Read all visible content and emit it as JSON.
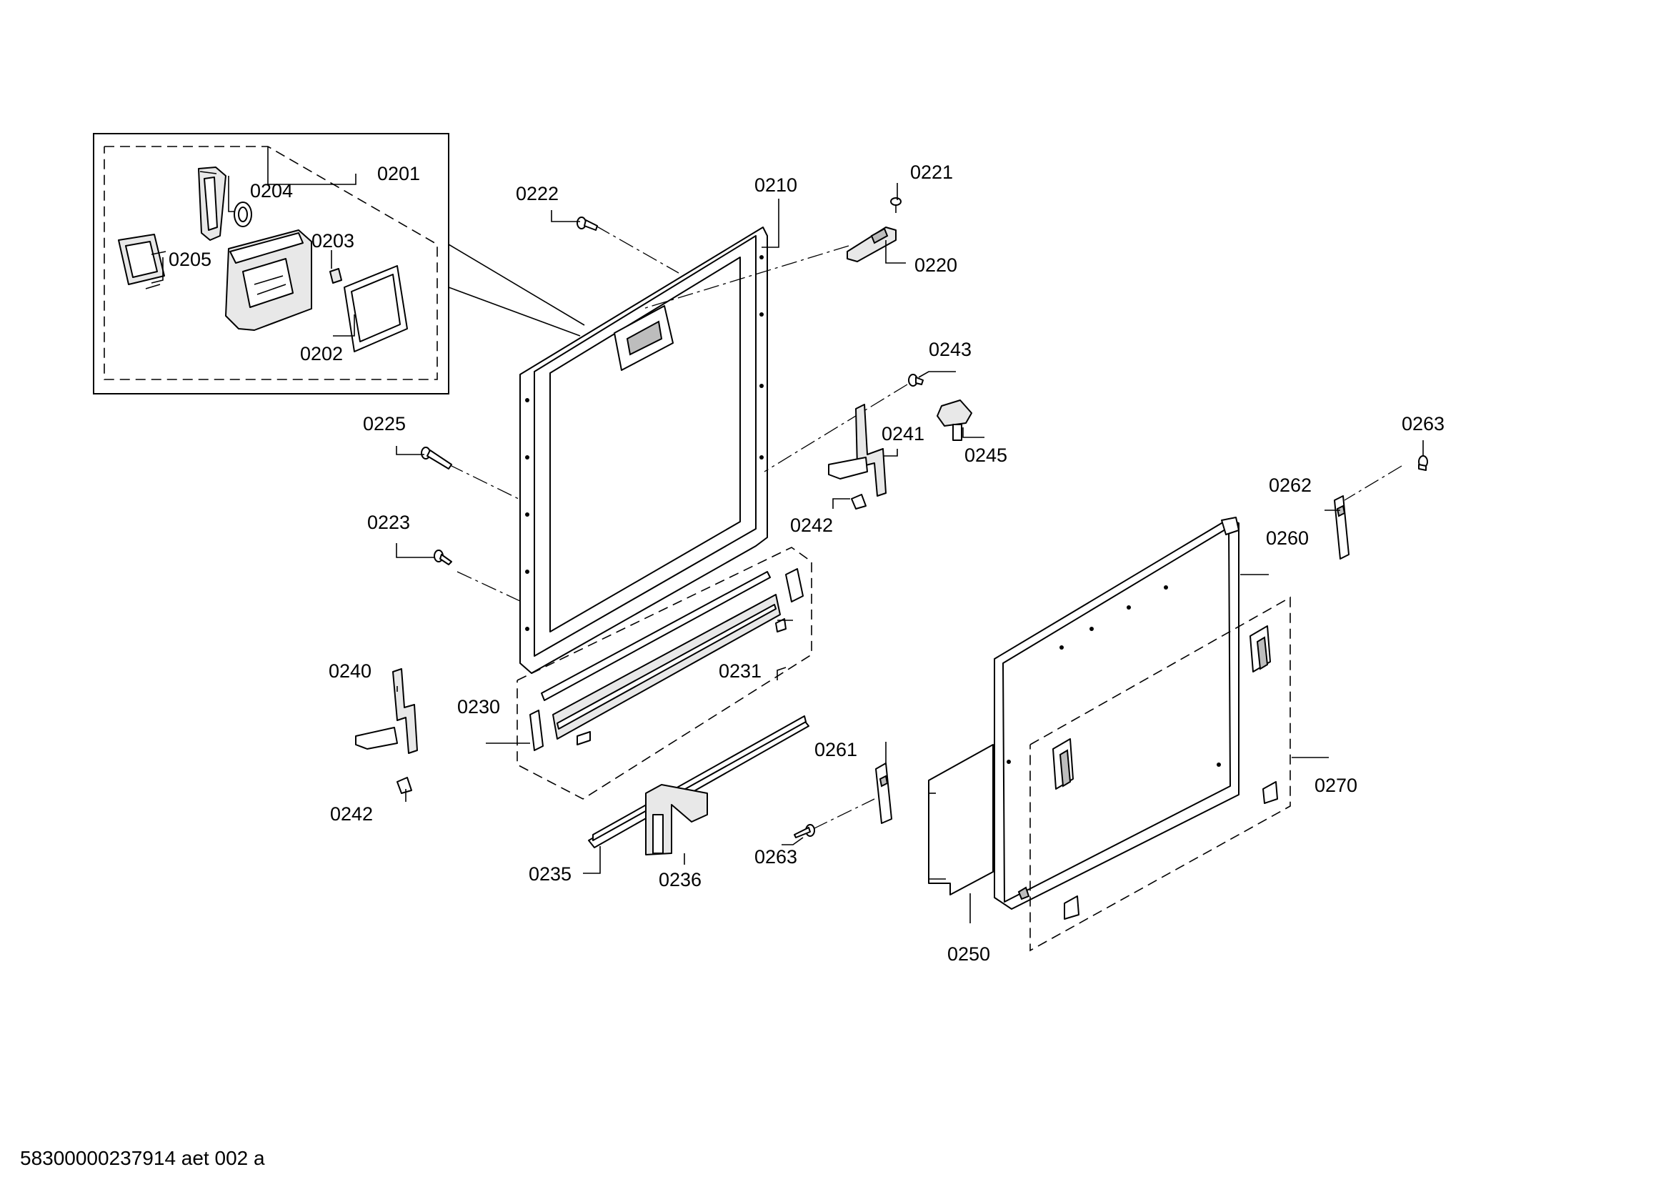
{
  "labels": {
    "l0201": "0201",
    "l0202": "0202",
    "l0203": "0203",
    "l0204": "0204",
    "l0205": "0205",
    "l0210": "0210",
    "l0220": "0220",
    "l0221": "0221",
    "l0222": "0222",
    "l0223": "0223",
    "l0225": "0225",
    "l0230": "0230",
    "l0231": "0231",
    "l0235": "0235",
    "l0236": "0236",
    "l0240": "0240",
    "l0241": "0241",
    "l0242a": "0242",
    "l0242b": "0242",
    "l0243": "0243",
    "l0245": "0245",
    "l0250": "0250",
    "l0260": "0260",
    "l0261": "0261",
    "l0262": "0262",
    "l0263a": "0263",
    "l0263b": "0263",
    "l0270": "0270"
  },
  "footer": {
    "document_id": "58300000237914 aet 002 a"
  }
}
